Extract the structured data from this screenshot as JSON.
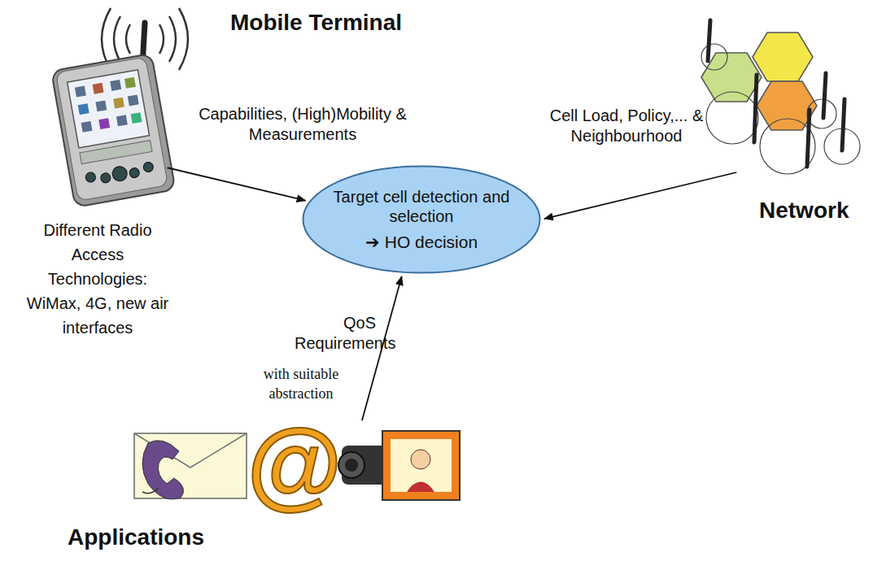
{
  "diagram": {
    "nodes": [
      {
        "text": [
          "Mobile Terminal"
        ]
      },
      {
        "text": [
          "Network"
        ]
      },
      {
        "text": [
          "Applications"
        ]
      },
      {
        "text": [
          "Target cell detection and selection",
          "➔ HO decision"
        ]
      }
    ],
    "edges": [
      {
        "from": 0,
        "to": 3,
        "arrow": "to",
        "label": "Capabilities, (High)Mobility & Measurements"
      },
      {
        "from": 1,
        "to": 3,
        "arrow": "to",
        "label": "Cell Load, Policy,... & Neighbourhood"
      },
      {
        "from": 2,
        "to": 3,
        "arrow": "to",
        "label": "QoS Requirements"
      }
    ],
    "labels": [
      "Different Radio Access Technologies: WiMax, 4G, new air interfaces",
      "with suitable abstraction"
    ]
  }
}
